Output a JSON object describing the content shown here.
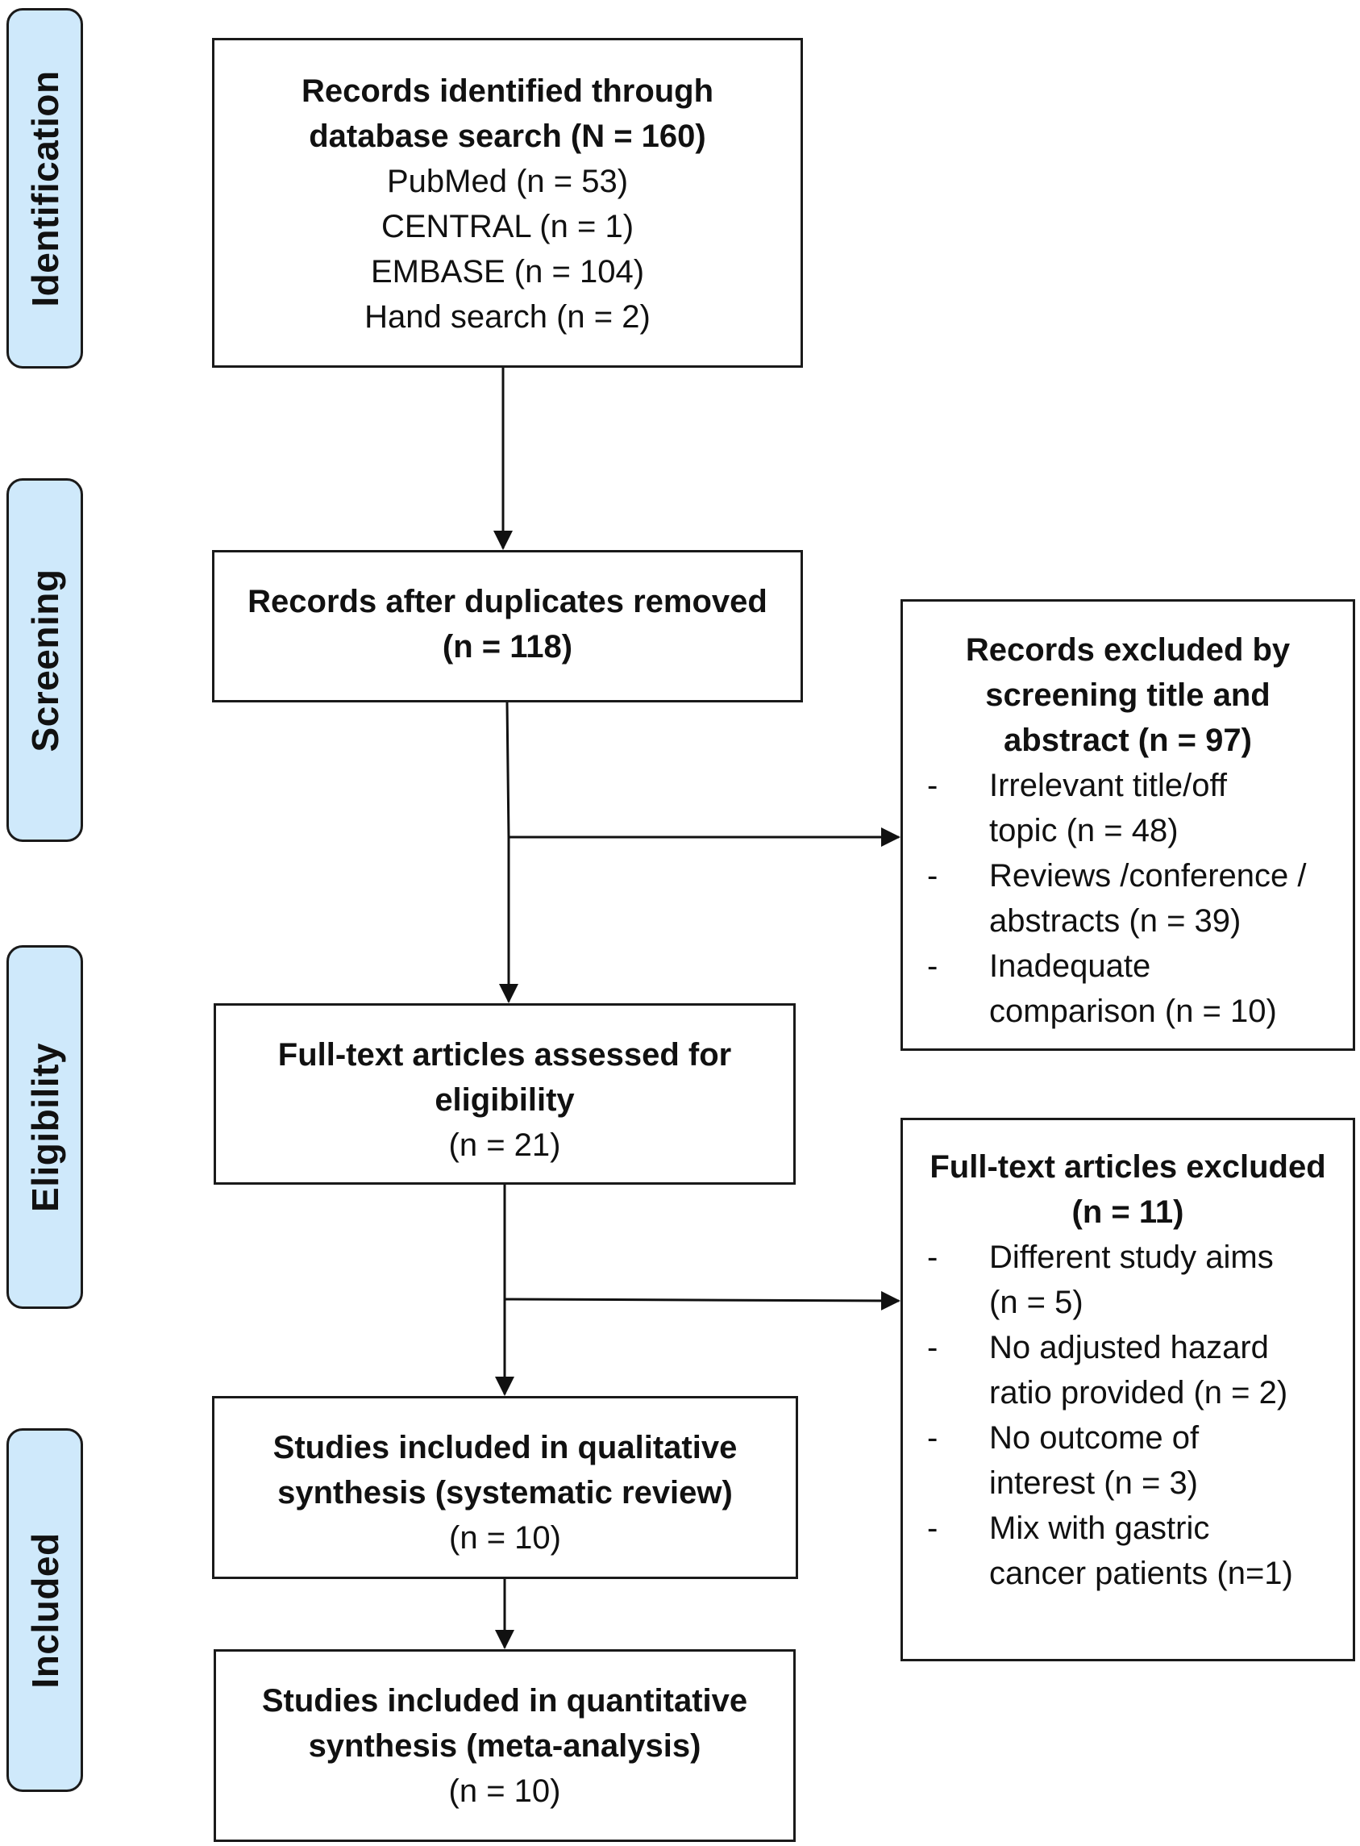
{
  "phases": {
    "identification": "Identification",
    "screening": "Screening",
    "eligibility": "Eligibility",
    "included": "Included"
  },
  "identification_box": {
    "title_line1": "Records identified through",
    "title_line2": "database search (N = 160)",
    "sources": [
      "PubMed (n = 53)",
      "CENTRAL (n = 1)",
      "EMBASE (n = 104)",
      "Hand search (n = 2)"
    ]
  },
  "screening_box": {
    "title": "Records after duplicates removed",
    "count": "(n = 118)"
  },
  "screening_excluded": {
    "title_line1": "Records excluded by",
    "title_line2": "screening title and",
    "title_line3": "abstract (n = 97)",
    "items": [
      {
        "dash": "-",
        "line1": "Irrelevant title/off",
        "line2": "topic (n = 48)"
      },
      {
        "dash": "-",
        "line1": "Reviews /conference /",
        "line2": "abstracts (n = 39)"
      },
      {
        "dash": "-",
        "line1": "Inadequate",
        "line2": "comparison (n = 10)"
      }
    ]
  },
  "eligibility_box": {
    "title_line1": "Full-text articles assessed for",
    "title_line2": "eligibility",
    "count": "(n = 21)"
  },
  "eligibility_excluded": {
    "title_line1": "Full-text articles excluded",
    "title_line2": "(n = 11)",
    "items": [
      {
        "dash": "-",
        "line1": "Different study aims",
        "line2": "(n = 5)"
      },
      {
        "dash": "-",
        "line1": "No adjusted hazard",
        "line2": "ratio provided (n = 2)"
      },
      {
        "dash": "-",
        "line1": "No outcome of",
        "line2": "interest (n = 3)"
      },
      {
        "dash": "-",
        "line1": "Mix with gastric",
        "line2": "cancer patients (n=1)"
      }
    ]
  },
  "qualitative_box": {
    "title_line1": "Studies included in qualitative",
    "title_line2": "synthesis (systematic review)",
    "count": "(n = 10)"
  },
  "quantitative_box": {
    "title_line1": "Studies included in quantitative",
    "title_line2": "synthesis (meta-analysis)",
    "count": "(n = 10)"
  }
}
